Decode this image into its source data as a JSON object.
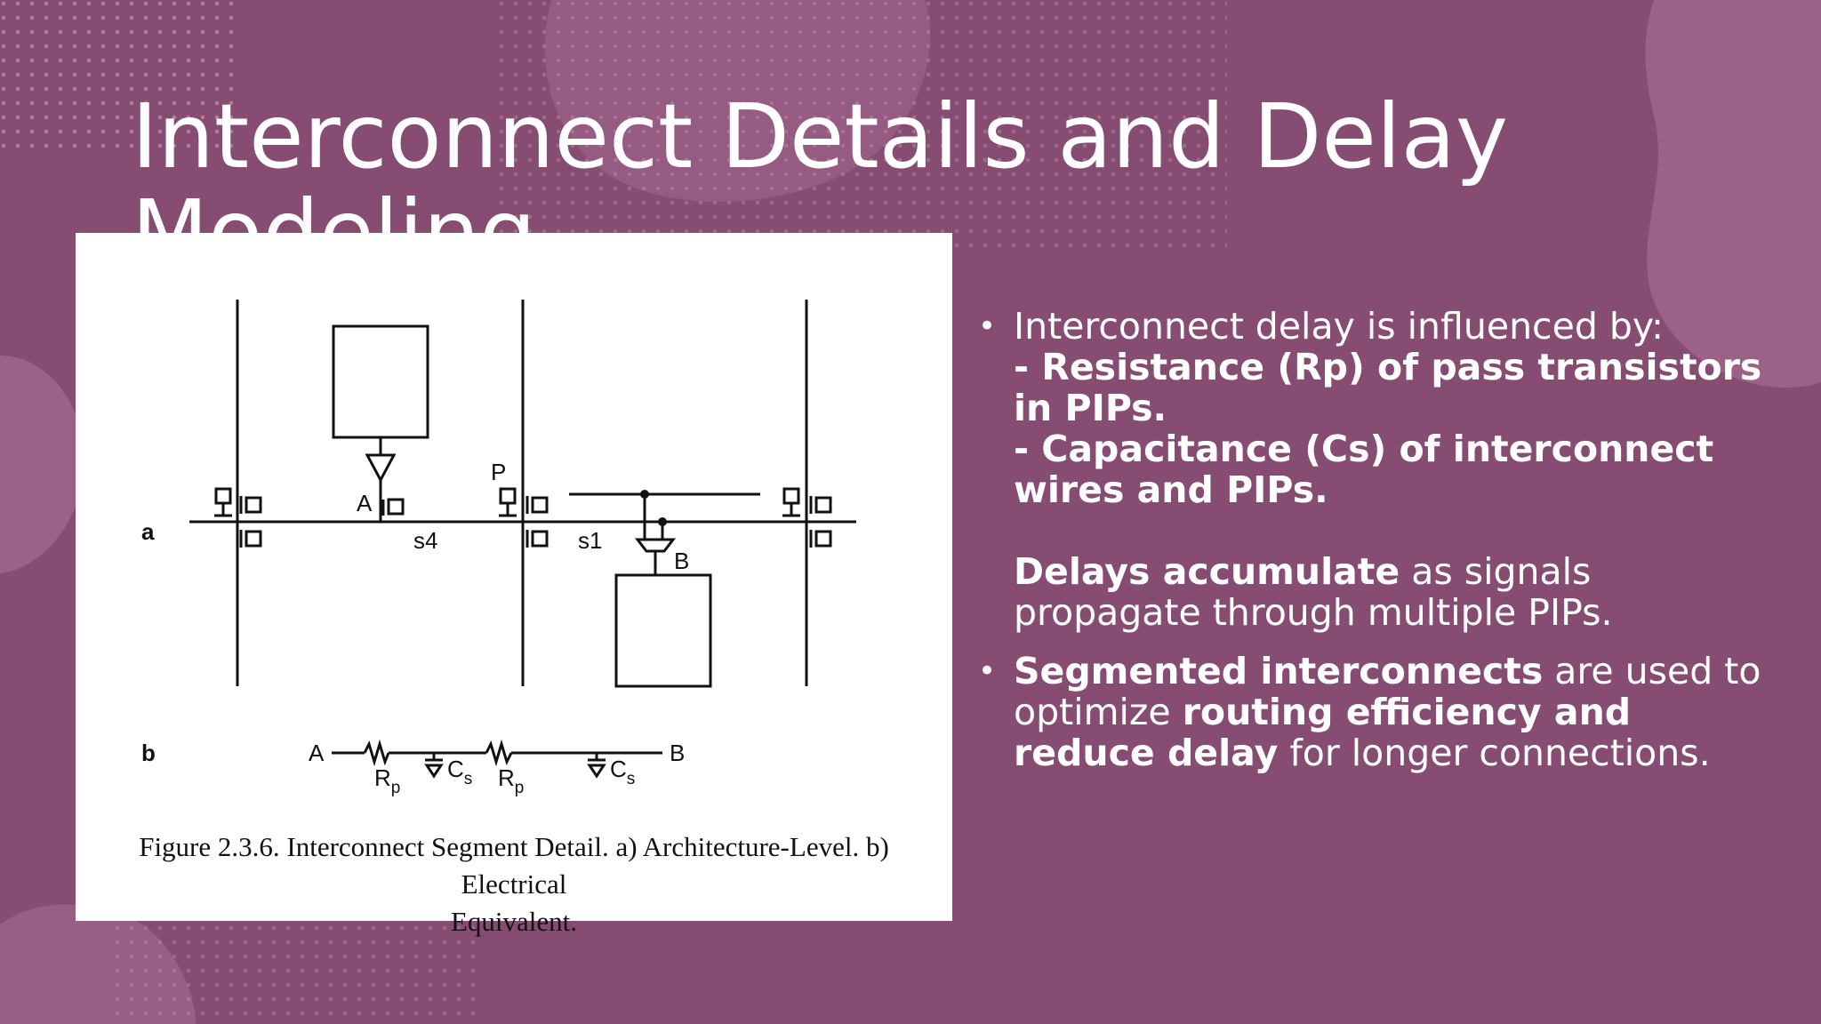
{
  "slide": {
    "title": "Interconnect Details and Delay Modeling",
    "colors": {
      "background": "#874c71",
      "text": "#ffffff",
      "decor": "#a0678c"
    }
  },
  "figure": {
    "caption_line1": "Figure 2.3.6. Interconnect Segment Detail. a) Architecture-Level. b) Electrical",
    "caption_line2": "Equivalent.",
    "labels": {
      "a": "a",
      "b": "b",
      "A": "A",
      "P": "P",
      "s4": "s4",
      "s1": "s1",
      "B": "B",
      "A2": "A",
      "B2": "B",
      "Rp1": "R",
      "Rp1_sub": "p",
      "Cs1": "C",
      "Cs1_sub": "s",
      "Rp2": "R",
      "Rp2_sub": "p",
      "Cs2": "C",
      "Cs2_sub": "s"
    }
  },
  "bullets": [
    {
      "intro": "Interconnect delay is influenced by:",
      "line1": "- Resistance (Rp) of pass transistors in PIPs.",
      "line2": "- Capacitance (Cs) of interconnect wires and PIPs.",
      "bold3": "Delays accumulate",
      "rest3": " as signals propagate through multiple PIPs."
    },
    {
      "bold1": "Segmented interconnects",
      "text1": " are used to optimize ",
      "bold2": "routing efficiency and reduce delay",
      "text2": " for longer connections."
    }
  ]
}
